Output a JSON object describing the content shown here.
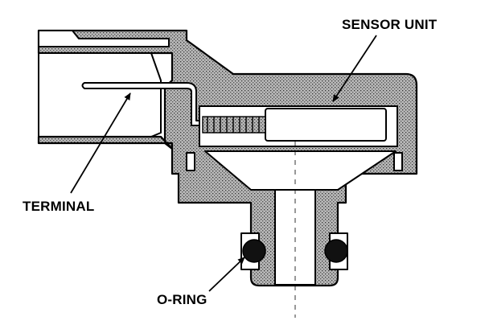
{
  "labels": {
    "sensor_unit": "SENSOR UNIT",
    "terminal": "TERMINAL",
    "o_ring": "O-RING"
  },
  "colors": {
    "ink": "#000000",
    "body_shade": "#9a9a9a",
    "background": "#ffffff"
  }
}
